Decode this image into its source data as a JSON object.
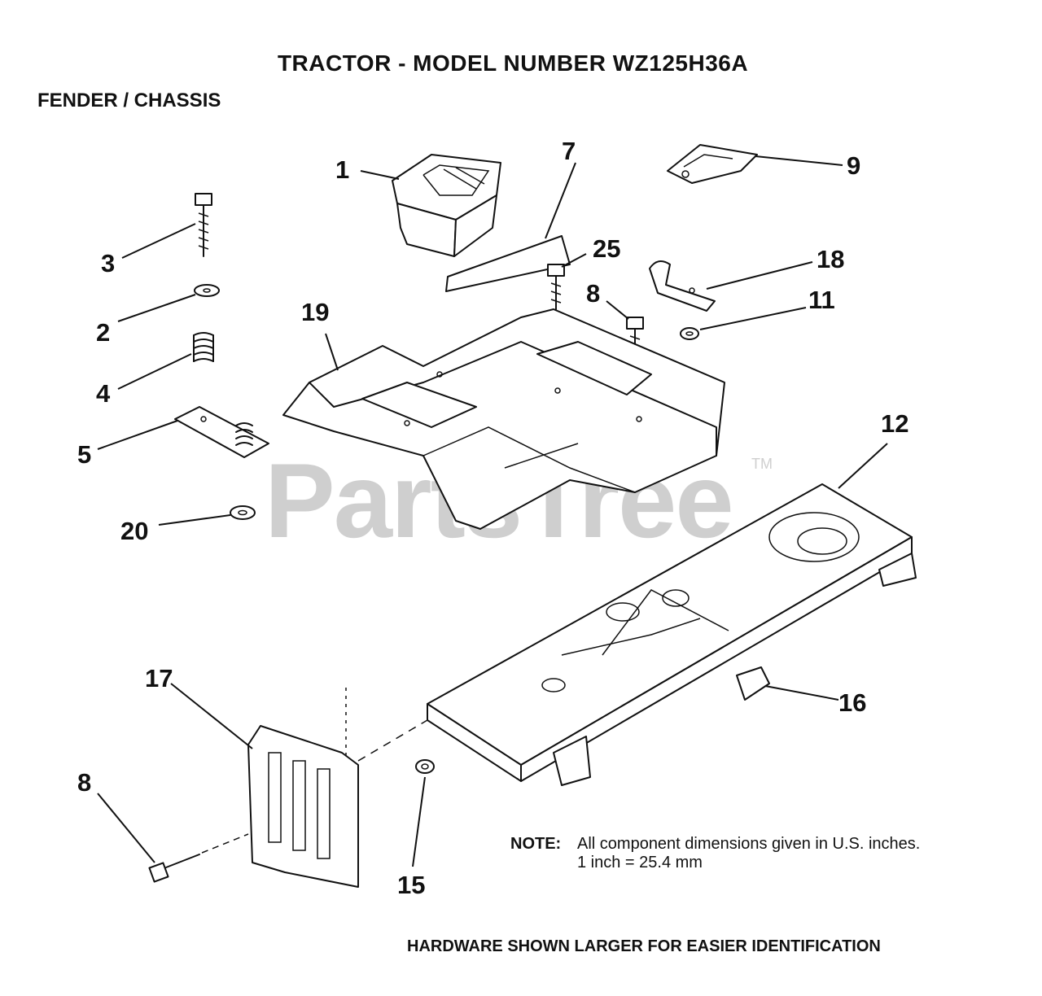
{
  "header": {
    "title": "TRACTOR  - MODEL NUMBER WZ125H36A",
    "subtitle": "FENDER / CHASSIS"
  },
  "watermark": {
    "text": "PartsTree",
    "tm": "TM"
  },
  "callouts": {
    "c1": "1",
    "c2": "2",
    "c3": "3",
    "c4": "4",
    "c5": "5",
    "c7": "7",
    "c8a": "8",
    "c8b": "8",
    "c9": "9",
    "c11": "11",
    "c12": "12",
    "c15": "15",
    "c16": "16",
    "c17": "17",
    "c18": "18",
    "c19": "19",
    "c20": "20",
    "c25": "25"
  },
  "note": {
    "label": "NOTE:",
    "line1": "All component dimensions given in U.S. inches.",
    "line2": "1 inch = 25.4 mm"
  },
  "footer": "HARDWARE SHOWN LARGER FOR EASIER IDENTIFICATION"
}
